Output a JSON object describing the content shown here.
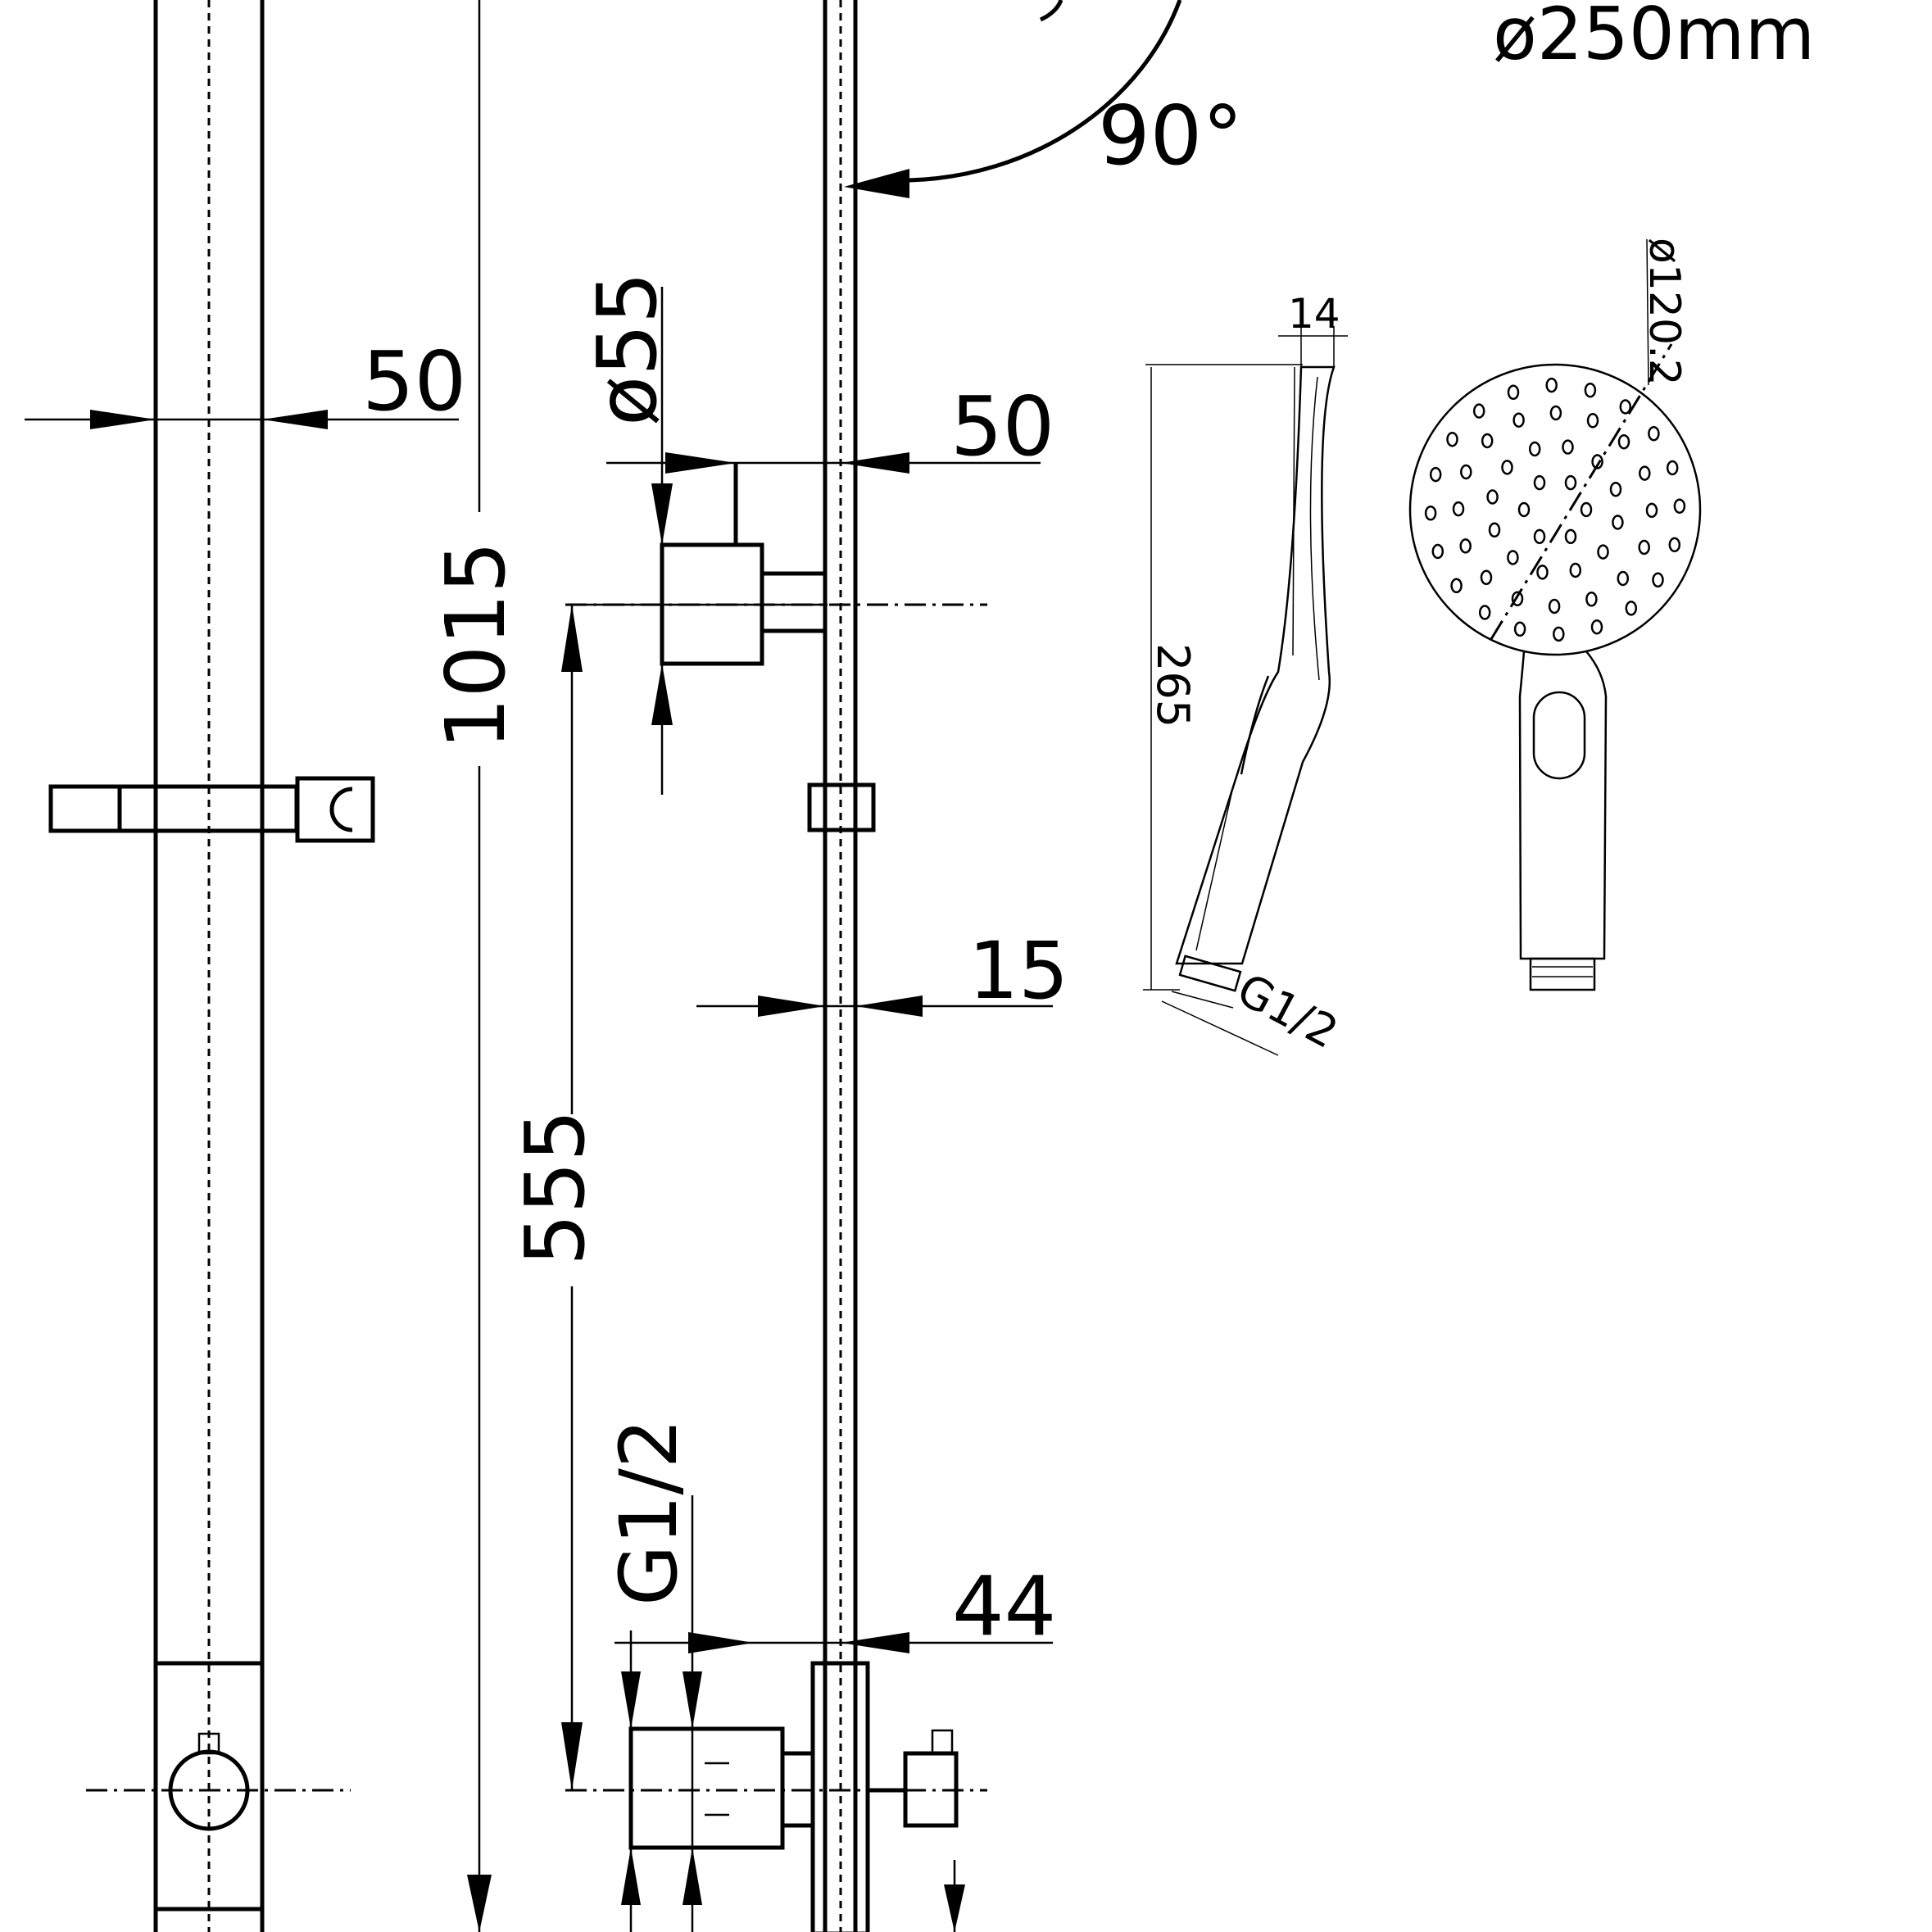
{
  "dimensions": {
    "head_diameter": "ø250mm",
    "swivel_angle": "90°",
    "rail_width": "50",
    "bracket_diameter": "ø55",
    "bracket_offset": "50",
    "rail_height": "1015",
    "outlet_spacing": "555",
    "tube_diameter": "15",
    "inlet_thread": "G1/2",
    "inlet_depth": "44",
    "hand_thickness": "14",
    "hand_length": "265",
    "hand_thread": "G1/2",
    "hand_face_diameter": "ø120.2"
  }
}
